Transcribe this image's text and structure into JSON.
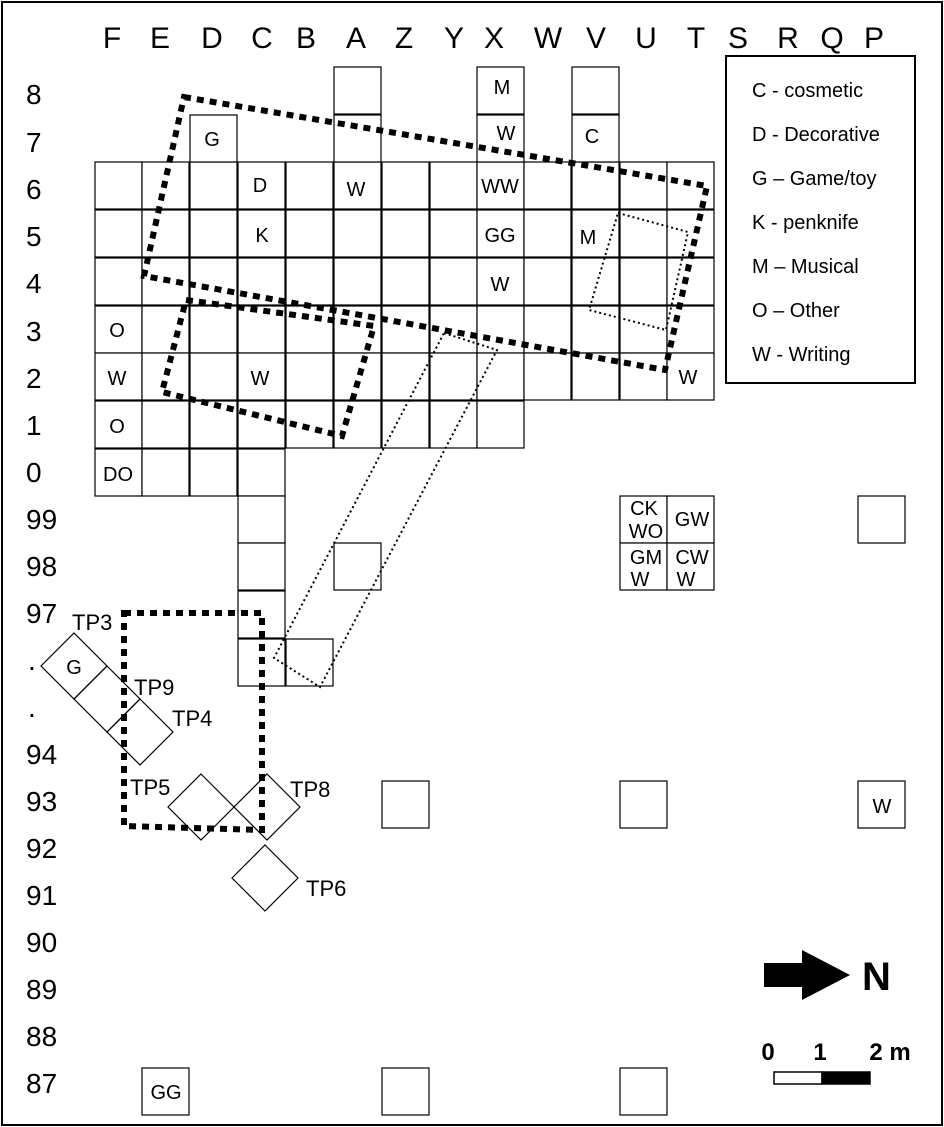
{
  "column_labels": [
    "F",
    "E",
    "D",
    "C",
    "B",
    "A",
    "Z",
    "Y",
    "X",
    "W",
    "V",
    "U",
    "T",
    "S",
    "R",
    "Q",
    "P"
  ],
  "row_labels": [
    "8",
    "7",
    "6",
    "5",
    "4",
    "3",
    "2",
    "1",
    "0",
    "99",
    "98",
    "97",
    ".",
    ".",
    "94",
    "93",
    "92",
    "91",
    "90",
    "89",
    "88",
    "87"
  ],
  "legend": [
    "C - cosmetic",
    "D - Decorative",
    "G – Game/toy",
    "K - penknife",
    "M – Musical",
    "O – Other",
    "W - Writing"
  ],
  "cell_codes": {
    "d7": "G",
    "x8": "M",
    "x7": "W",
    "v7": "C",
    "c6": "D",
    "a6": "W",
    "x6": "WW",
    "c5": "K",
    "x5": "GG",
    "v5": "M",
    "x4": "W",
    "f3": "O",
    "f2": "W",
    "c2": "W",
    "t2": "W",
    "f1": "O",
    "f0": "DO",
    "u99_line1": "CK",
    "u99_line2": "WO",
    "t99": "GW",
    "u98_line1": "GM",
    "u98_line2": "W",
    "t98_line1": "CW",
    "t98_line2": "W",
    "p93": "W",
    "e87": "GG",
    "tp3": "G"
  },
  "test_pits": [
    "TP3",
    "TP9",
    "TP4",
    "TP5",
    "TP8",
    "TP6"
  ],
  "north_label": "N",
  "scale_labels": [
    "0",
    "1",
    "2 m"
  ]
}
